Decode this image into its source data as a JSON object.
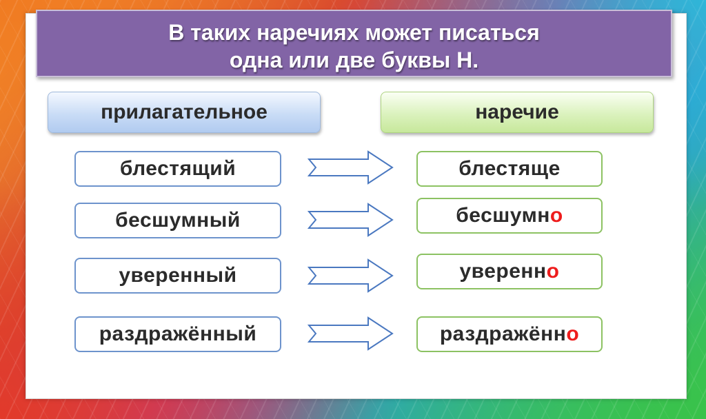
{
  "title": {
    "line1": "В таких наречиях может писаться",
    "line2": "одна или две буквы Н."
  },
  "headers": {
    "adjective": "прилагательное",
    "adverb": "наречие"
  },
  "rows": [
    {
      "adjective": "блестящий",
      "adverb_stem": "блестяще",
      "adverb_ending": ""
    },
    {
      "adjective": "бесшумный",
      "adverb_stem": "бесшумн",
      "adverb_ending": "о"
    },
    {
      "adjective": "уверенный",
      "adverb_stem": "уверенн",
      "adverb_ending": "о"
    },
    {
      "adjective": "раздражённый",
      "adverb_stem": "раздражённ",
      "adverb_ending": "о"
    }
  ],
  "colors": {
    "title_bg": "#8264a6",
    "adjective_border": "#6d93cc",
    "adverb_border": "#8cc262",
    "highlight_ending": "#ee1c1c",
    "arrow_stroke": "#4a78c0"
  },
  "icons": {
    "arrow": "right-arrow-icon"
  }
}
